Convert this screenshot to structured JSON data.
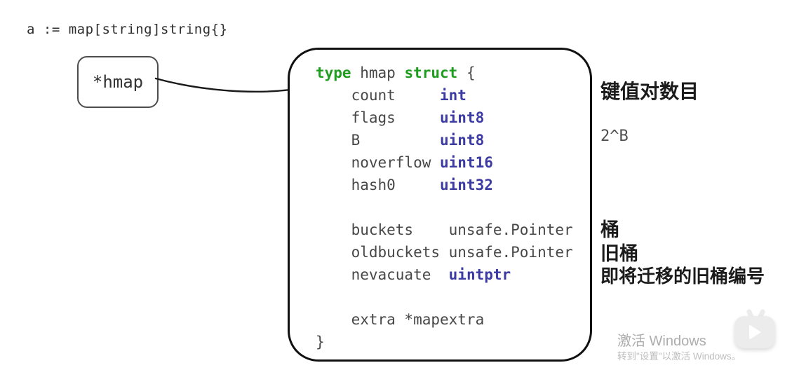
{
  "colors": {
    "keyword": "#1f9d1f",
    "type_name": "#3b3ba3",
    "identifier": "#474747"
  },
  "declaration": "a := map[string]string{}",
  "pointer_box": {
    "label": "*hmap"
  },
  "code": {
    "lines": [
      {
        "segs": [
          {
            "t": "type",
            "c": "kw"
          },
          {
            "t": " hmap ",
            "c": "id"
          },
          {
            "t": "struct",
            "c": "kw"
          },
          {
            "t": " {",
            "c": "id"
          }
        ]
      },
      {
        "segs": [
          {
            "t": "    count     ",
            "c": "id"
          },
          {
            "t": "int",
            "c": "ty"
          }
        ]
      },
      {
        "segs": [
          {
            "t": "    flags     ",
            "c": "id"
          },
          {
            "t": "uint8",
            "c": "ty"
          }
        ]
      },
      {
        "segs": [
          {
            "t": "    B         ",
            "c": "id"
          },
          {
            "t": "uint8",
            "c": "ty"
          }
        ]
      },
      {
        "segs": [
          {
            "t": "    noverflow ",
            "c": "id"
          },
          {
            "t": "uint16",
            "c": "ty"
          }
        ]
      },
      {
        "segs": [
          {
            "t": "    hash0     ",
            "c": "id"
          },
          {
            "t": "uint32",
            "c": "ty"
          }
        ]
      },
      {
        "segs": []
      },
      {
        "segs": [
          {
            "t": "    buckets    unsafe.Pointer",
            "c": "id"
          }
        ]
      },
      {
        "segs": [
          {
            "t": "    oldbuckets unsafe.Pointer",
            "c": "id"
          }
        ]
      },
      {
        "segs": [
          {
            "t": "    nevacuate  ",
            "c": "id"
          },
          {
            "t": "uintptr",
            "c": "ty"
          }
        ]
      },
      {
        "segs": []
      },
      {
        "segs": [
          {
            "t": "    extra *mapextra",
            "c": "id"
          }
        ]
      },
      {
        "segs": [
          {
            "t": "}",
            "c": "id"
          }
        ]
      }
    ]
  },
  "annotations": {
    "count": "键值对数目",
    "b": "2^B",
    "buckets": "桶",
    "oldbuckets": "旧桶",
    "nevacuate": "即将迁移的旧桶编号"
  },
  "watermark": {
    "title": "激活 Windows",
    "subtitle": "转到\"设置\"以激活 Windows。"
  }
}
